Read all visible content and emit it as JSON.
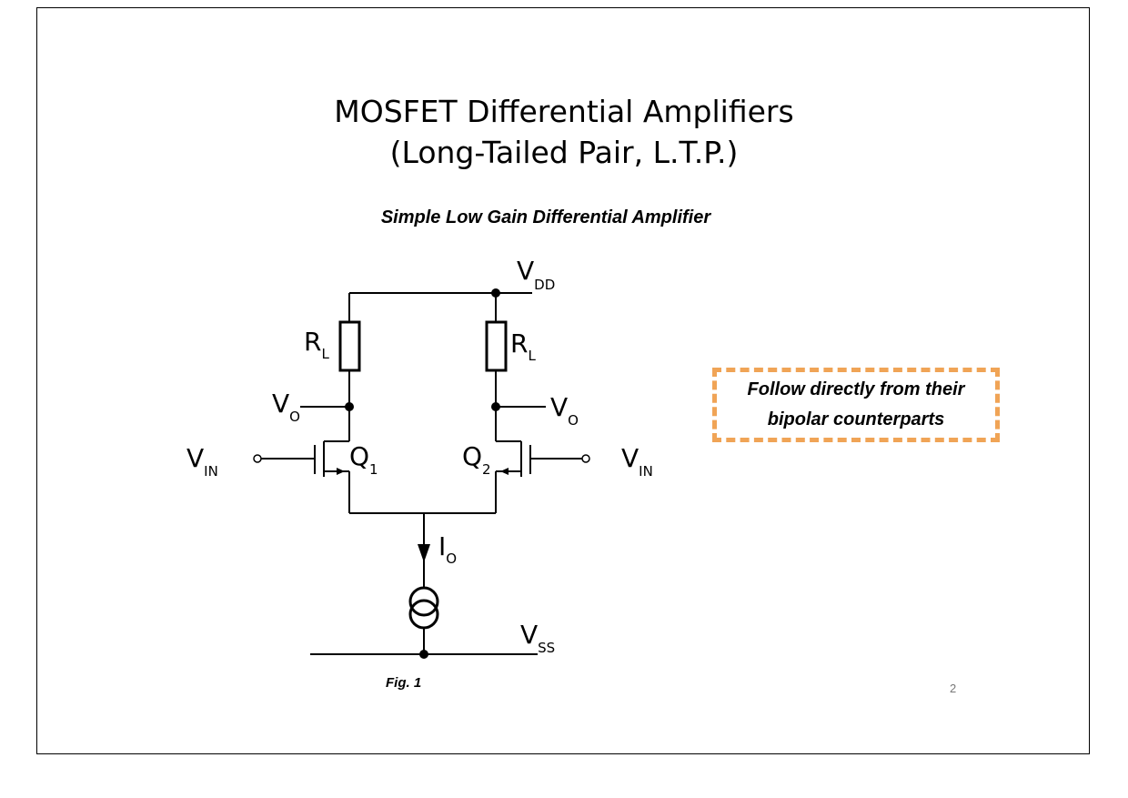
{
  "slide": {
    "title_line1": "MOSFET Differential Amplifiers",
    "title_line2": "(Long-Tailed Pair, L.T.P.)",
    "subtitle": "Simple Low Gain Differential Amplifier",
    "note_line1": "Follow directly from their",
    "note_line2": "bipolar counterparts",
    "figure_caption": "Fig. 1",
    "page_number": "2",
    "note_border_color": "#f0a456"
  },
  "circuit": {
    "vdd": {
      "main": "V",
      "sub": "DD"
    },
    "vss": {
      "main": "V",
      "sub": "SS"
    },
    "rl_left": {
      "main": "R",
      "sub": "L"
    },
    "rl_right": {
      "main": "R",
      "sub": "L"
    },
    "vo_left": {
      "main": "V",
      "sub": "O"
    },
    "vo_right": {
      "main": "V",
      "sub": "O"
    },
    "vin_left": {
      "main": "V",
      "sub": "IN"
    },
    "vin_right": {
      "main": "V",
      "sub": "IN"
    },
    "q1": {
      "main": "Q",
      "sub": "1"
    },
    "q2": {
      "main": "Q",
      "sub": "2"
    },
    "io": {
      "main": "I",
      "sub": "O"
    }
  }
}
